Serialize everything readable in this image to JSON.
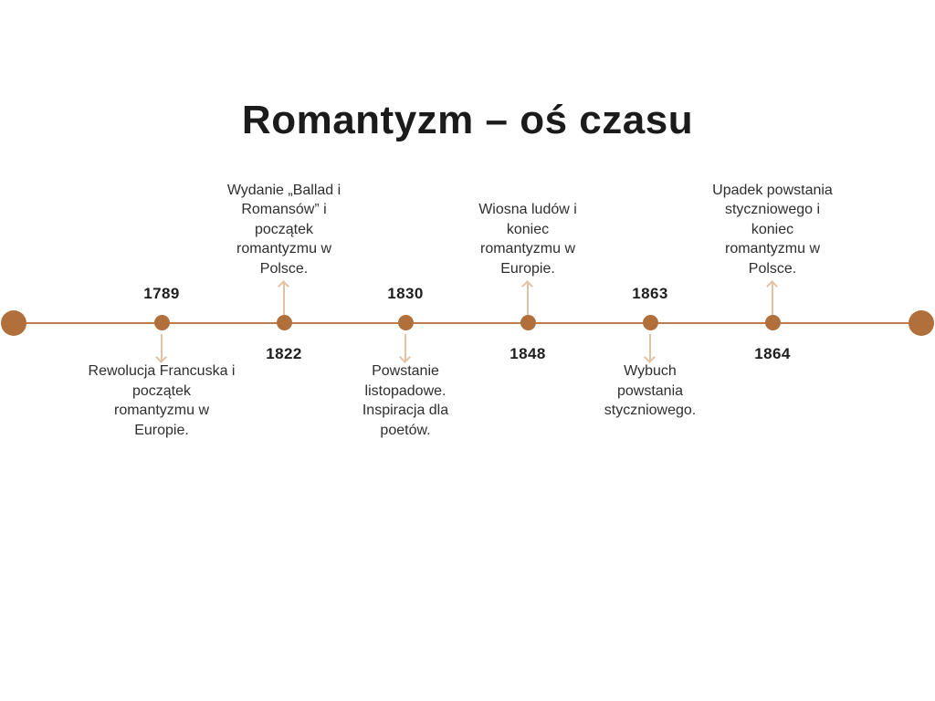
{
  "title": "Romantyzm – oś czasu",
  "colors": {
    "dot": "#b06f3b",
    "axis_line": "#bd7d4a",
    "arrow": "#e3c2a3",
    "title_text": "#1b1b1b",
    "body_text": "#2e2e2e",
    "background": "#ffffff"
  },
  "timeline": {
    "events": [
      {
        "year": "1789",
        "description": "Rewolucja Francuska i\npoczątek\nromantyzmu w\nEuropie."
      },
      {
        "year": "1822",
        "description": "Wydanie „Ballad i\nRomansów” i\npoczątek\nromantyzmu w\nPolsce."
      },
      {
        "year": "1830",
        "description": "Powstanie\nlistopadowe.\nInspiracja dla\npoetów."
      },
      {
        "year": "1848",
        "description": "Wiosna ludów i\nkoniec\nromantyzmu w\nEuropie."
      },
      {
        "year": "1863",
        "description": "Wybuch\npowstania\nstyczniowego."
      },
      {
        "year": "1864",
        "description": "Upadek powstania\nstyczniowego i\nkoniec\nromantyzmu w\nPolsce."
      }
    ]
  }
}
